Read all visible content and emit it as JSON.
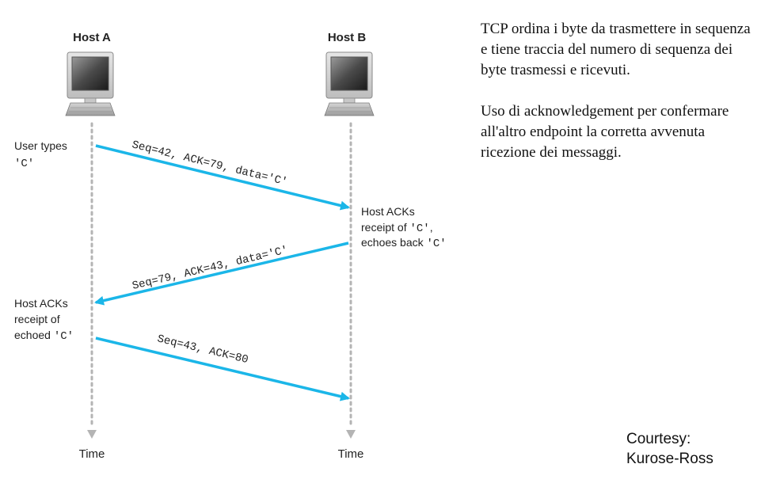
{
  "diagram": {
    "host_a_title": "Host A",
    "host_b_title": "Host B",
    "time_a": "Time",
    "time_b": "Time",
    "arrow_color": "#1bb6e8",
    "timeline_color": "#b4b4b4",
    "events": {
      "a_user_types": [
        "User types",
        "'C'"
      ],
      "b_host_acks": [
        "Host ACKs",
        "receipt of 'C',",
        "echoes back 'C'"
      ],
      "a_host_acks": [
        "Host ACKs",
        "receipt of",
        "echoed 'C'"
      ]
    },
    "messages": [
      {
        "label": "Seq=42, ACK=79, data='C'",
        "from": "Host A",
        "to": "Host B"
      },
      {
        "label": "Seq=79, ACK=43, data='C'",
        "from": "Host B",
        "to": "Host A"
      },
      {
        "label": "Seq=43, ACK=80",
        "from": "Host A",
        "to": "Host B"
      }
    ]
  },
  "notes": {
    "paragraph1": "TCP ordina i byte da trasmettere in sequenza e tiene traccia del numero di sequenza dei byte trasmessi e ricevuti.",
    "paragraph2": "Uso di acknowledgement per confermare all'altro endpoint la corretta avvenuta ricezione dei messaggi."
  },
  "credit": {
    "line1": "Courtesy:",
    "line2": "Kurose-Ross"
  }
}
